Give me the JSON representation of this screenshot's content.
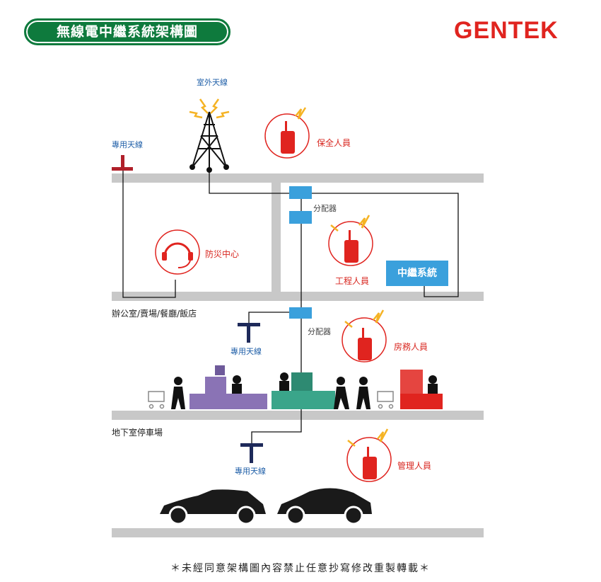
{
  "title": "無線電中繼系統架構圖",
  "logo": "GENTEK",
  "labels": {
    "outdoor_antenna": "室外天線",
    "dedicated_antenna_top": "專用天線",
    "security_staff": "保全人員",
    "splitter_1": "分配器",
    "fire_center": "防災中心",
    "engineering_staff": "工程人員",
    "repeater_system": "中繼系統",
    "floor_office": "辦公室/賣場/餐廳/飯店",
    "splitter_2": "分配器",
    "dedicated_antenna_mid": "專用天線",
    "housekeeping_staff": "房務人員",
    "floor_parking": "地下室停車場",
    "dedicated_antenna_bottom": "專用天線",
    "management_staff": "管理人員"
  },
  "footer": "＊未經同意架構圖內容禁止任意抄寫修改重製轉載＊",
  "colors": {
    "brand_green": "#0e7a3d",
    "brand_red": "#e0241f",
    "splitter_blue": "#3aa0dc",
    "floor_gray": "#c8c8c8",
    "antenna_red": "#b0202a",
    "antenna_navy": "#1e2a5a",
    "lightning_yellow": "#f5b324"
  }
}
